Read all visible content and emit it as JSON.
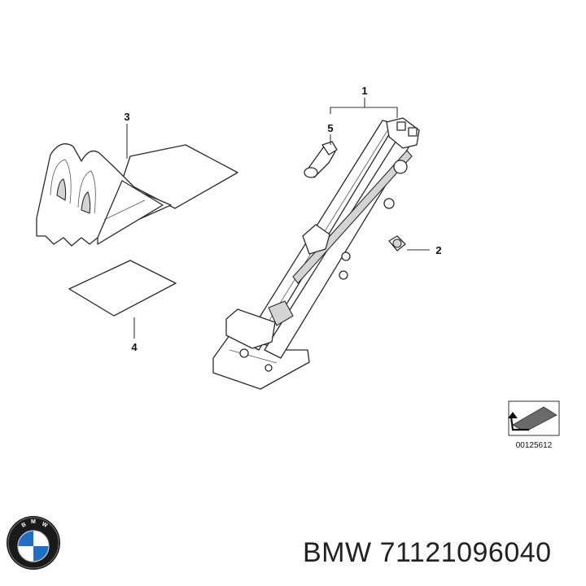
{
  "callouts": {
    "c1": "1",
    "c2": "2",
    "c3": "3",
    "c4": "4",
    "c5": "5"
  },
  "reference_number": "00125612",
  "caption": {
    "brand": "BMW",
    "part_number": "71121096040"
  },
  "icons": {
    "logo": "bmw-roundel-logo",
    "reference": "arrow-ref-icon"
  }
}
